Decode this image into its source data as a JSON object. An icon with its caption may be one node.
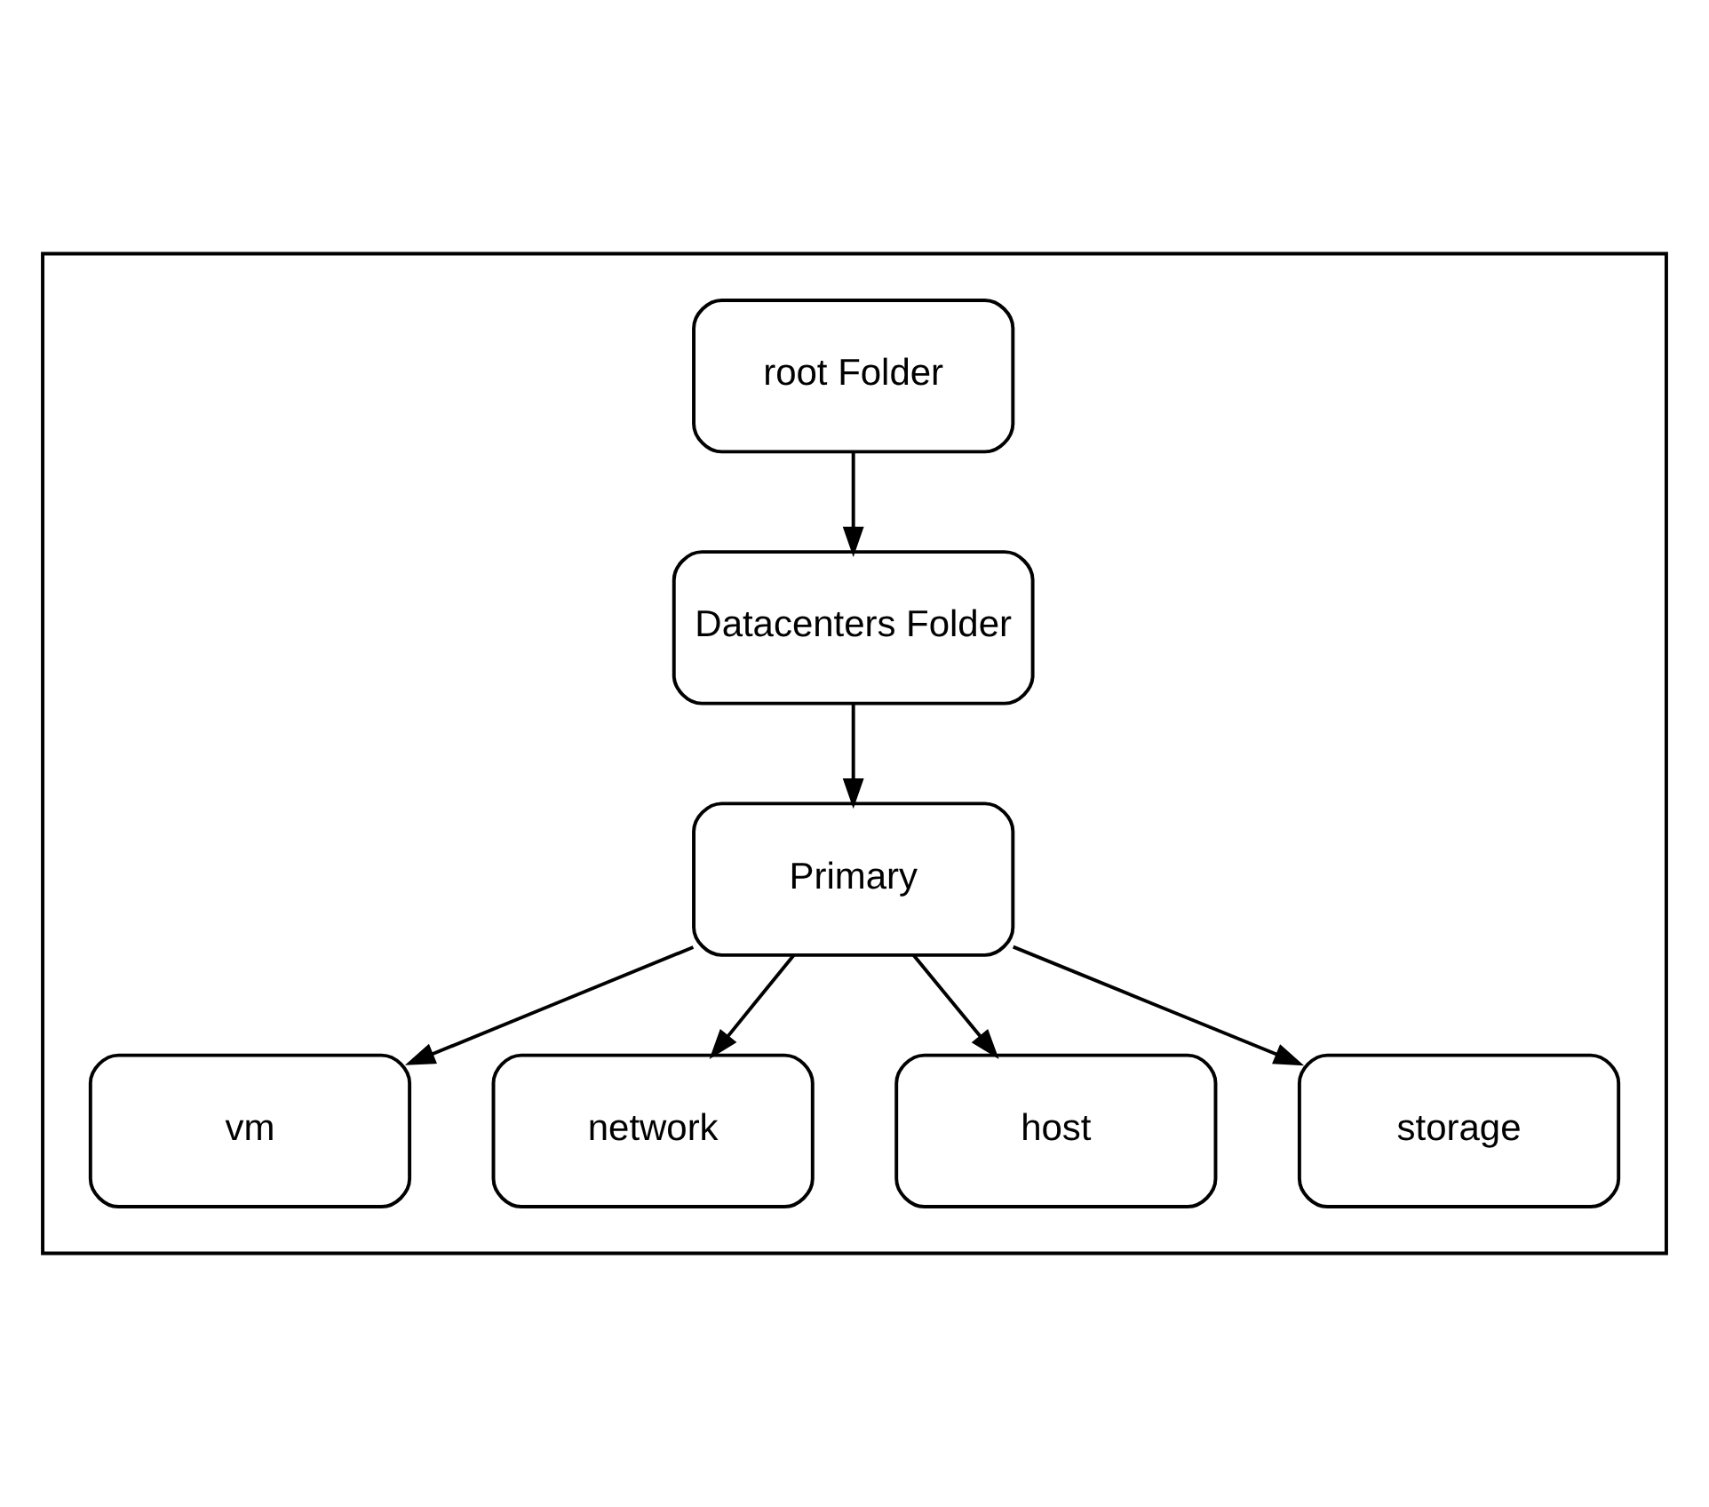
{
  "diagram": {
    "nodes": [
      {
        "text": [],
        "shape": "box"
      },
      {
        "text": [
          "root Folder"
        ],
        "in": 0
      },
      {
        "text": [
          "Datacenters Folder"
        ],
        "in": 0
      },
      {
        "text": [
          "Primary"
        ],
        "in": 0
      },
      {
        "text": [
          "vm"
        ],
        "in": 0
      },
      {
        "text": [
          "network"
        ],
        "in": 0
      },
      {
        "text": [
          "host"
        ],
        "in": 0
      },
      {
        "text": [
          "storage"
        ],
        "in": 0
      }
    ],
    "edges": [
      {
        "from": 1,
        "to": 2,
        "arrow": "to"
      },
      {
        "from": 2,
        "to": 3,
        "arrow": "to"
      },
      {
        "from": 3,
        "to": 4,
        "arrow": "to"
      },
      {
        "from": 3,
        "to": 5,
        "arrow": "to"
      },
      {
        "from": 3,
        "to": 6,
        "arrow": "to"
      },
      {
        "from": 3,
        "to": 7,
        "arrow": "to"
      }
    ]
  }
}
